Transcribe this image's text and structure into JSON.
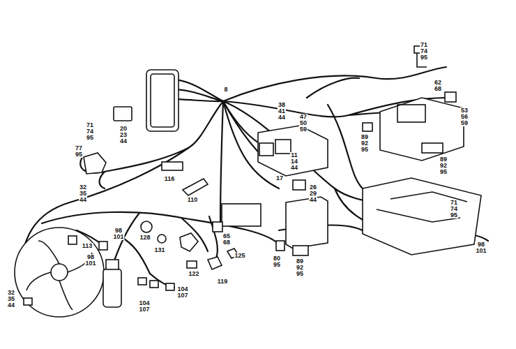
{
  "diagram": {
    "labels": [
      "71 74 95",
      "8",
      "38 41 44",
      "47 50 59",
      "62 68",
      "53 56 59",
      "71 74 95",
      "20 23 44",
      "77 95",
      "89 92 95",
      "11 14 44",
      "89 92 95",
      "17",
      "116",
      "26 29 44",
      "32 35 44",
      "110",
      "71 74 95",
      "98 101",
      "65 68",
      "128",
      "131",
      "113",
      "98 101",
      "125",
      "80 95",
      "89 92 95",
      "98 101",
      "122",
      "119",
      "104 107",
      "104 107",
      "32 35 44"
    ]
  }
}
